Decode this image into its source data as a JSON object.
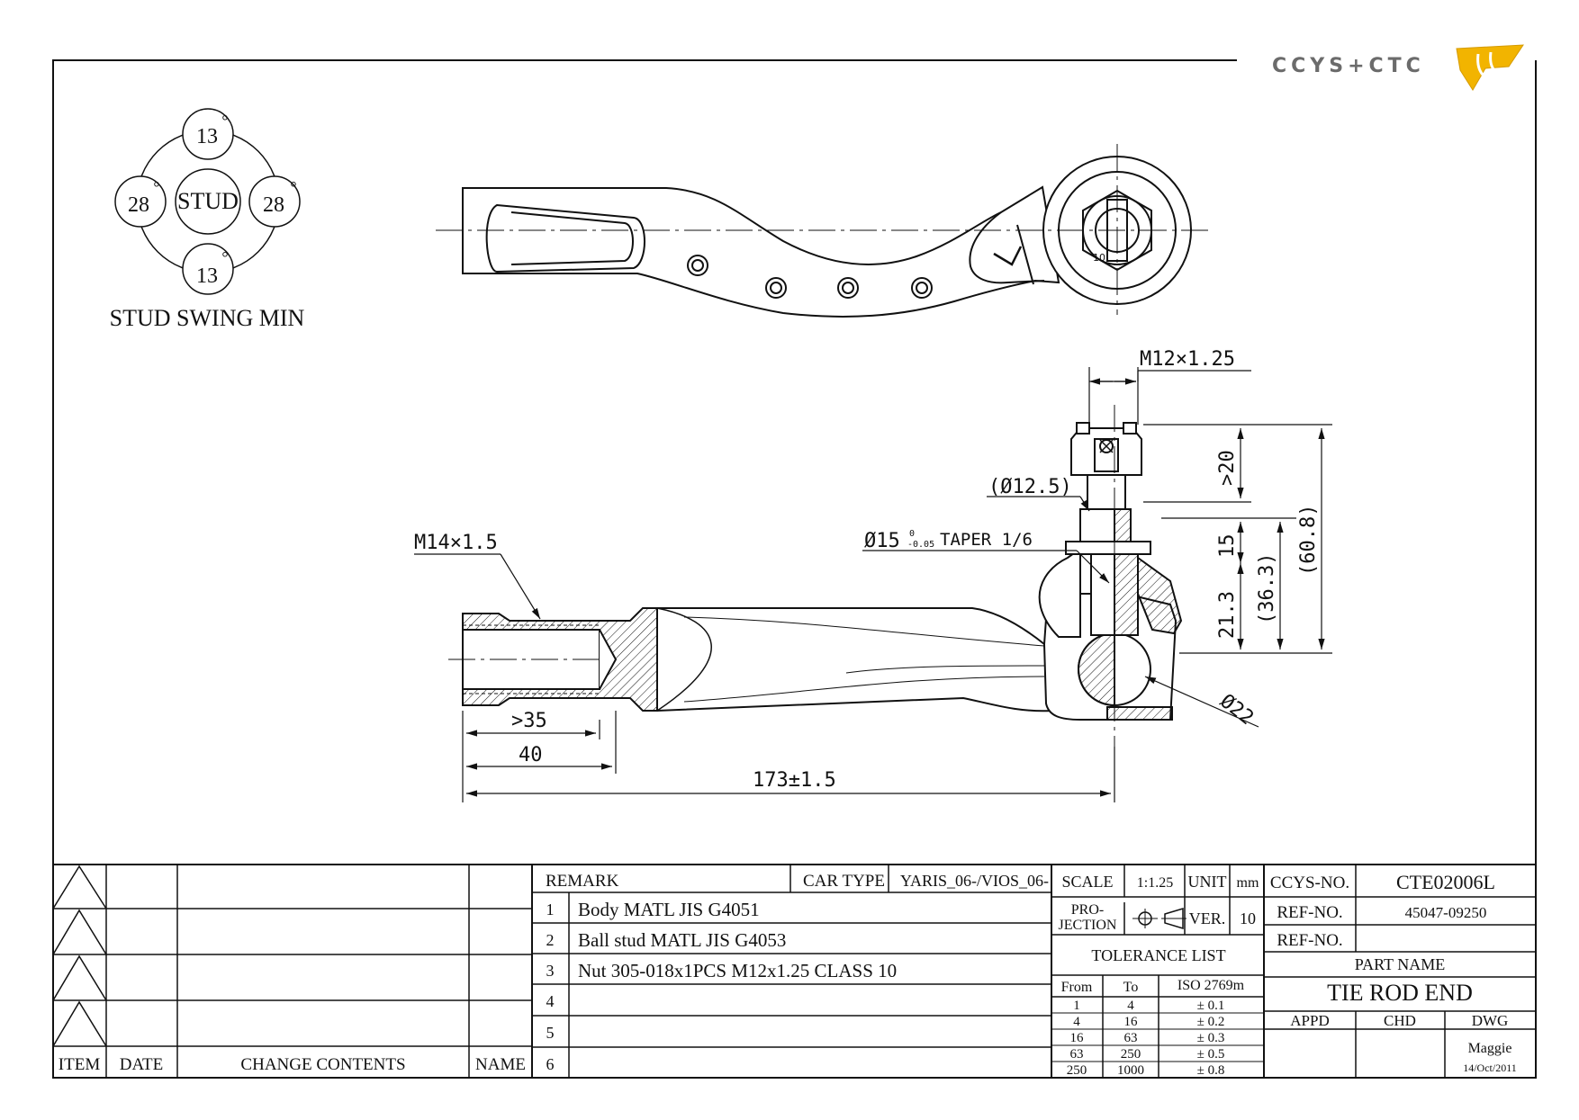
{
  "logo": {
    "text": "CCYS+CTC"
  },
  "stud_swing": {
    "top": "13",
    "bottom": "13",
    "left": "28",
    "right": "28",
    "center": "STUD",
    "degree": "°",
    "caption": "STUD SWING MIN"
  },
  "top_view": {
    "side_mark": "L",
    "nut_mark": "10"
  },
  "dims": {
    "thread_stud": "M12×1.25",
    "gt20": ">20",
    "dia_12_5": "(Ø12.5)",
    "taper_pre": "Ø15",
    "taper_tol_upper": "0",
    "taper_tol_lower": "-0.05",
    "taper_post": "TAPER 1/6",
    "thread_body": "M14×1.5",
    "d15": "15",
    "d21_3": "21.3",
    "d36_3": "(36.3)",
    "d60_8": "(60.8)",
    "d22": "Ø22",
    "gt35": ">35",
    "d40": "40",
    "d173": "173±1.5"
  },
  "title_block": {
    "revision_headers": {
      "item": "ITEM",
      "date": "DATE",
      "change": "CHANGE CONTENTS",
      "name": "NAME"
    },
    "remark_label": "REMARK",
    "car_type_label": "CAR TYPE",
    "car_type_value": "YARIS_06-/VIOS_06-",
    "remarks": [
      {
        "no": "1",
        "text": "Body MATL JIS G4051"
      },
      {
        "no": "2",
        "text": "Ball stud MATL JIS G4053"
      },
      {
        "no": "3",
        "text": "Nut 305-018x1PCS M12x1.25 CLASS 10"
      },
      {
        "no": "4",
        "text": ""
      },
      {
        "no": "5",
        "text": ""
      },
      {
        "no": "6",
        "text": ""
      }
    ],
    "scale_label": "SCALE",
    "scale_value": "1:1.25",
    "unit_label": "UNIT",
    "unit_value": "mm",
    "projection_label_1": "PRO-",
    "projection_label_2": "JECTION",
    "ver_label": "VER.",
    "ver_value": "10",
    "tolerance_title": "TOLERANCE LIST",
    "tolerance_headers": {
      "from": "From",
      "to": "To",
      "iso": "ISO 2769m"
    },
    "tolerance_rows": [
      {
        "from": "1",
        "to": "4",
        "tol": "± 0.1"
      },
      {
        "from": "4",
        "to": "16",
        "tol": "± 0.2"
      },
      {
        "from": "16",
        "to": "63",
        "tol": "± 0.3"
      },
      {
        "from": "63",
        "to": "250",
        "tol": "± 0.5"
      },
      {
        "from": "250",
        "to": "1000",
        "tol": "± 0.8"
      }
    ],
    "ccys_no_label": "CCYS-NO.",
    "ccys_no_value": "CTE02006L",
    "ref_no_label": "REF-NO.",
    "ref_no_value": "45047-09250",
    "ref_no2_label": "REF-NO.",
    "ref_no2_value": "",
    "part_name_label": "PART NAME",
    "part_name_value": "TIE ROD END",
    "appd_label": "APPD",
    "chd_label": "CHD",
    "dwg_label": "DWG",
    "dwg_name": "Maggie",
    "dwg_date": "14/Oct/2011"
  },
  "colors": {
    "line": "#111111",
    "logo_gray": "#6b6b6b",
    "logo_accent": "#f2b400"
  }
}
